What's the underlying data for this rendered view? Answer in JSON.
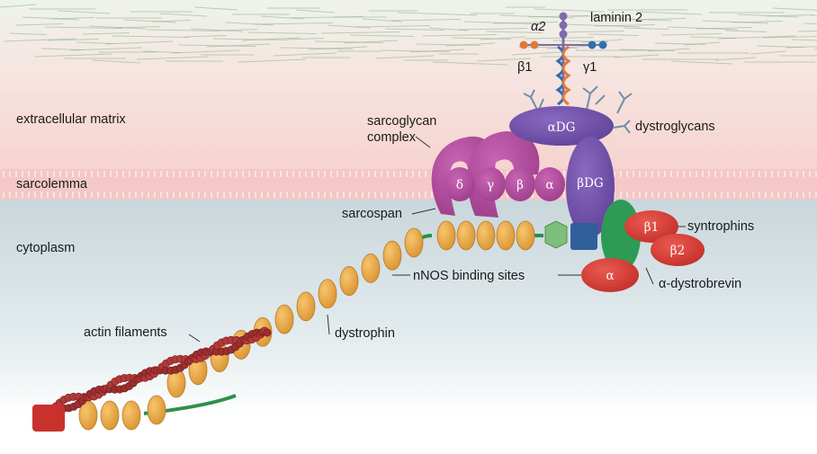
{
  "regions": {
    "ecm": "extracellular matrix",
    "membrane": "sarcolemma",
    "cytoplasm": "cytoplasm"
  },
  "proteins": {
    "laminin": {
      "name": "laminin 2",
      "alpha": "α2",
      "beta": "β1",
      "gamma": "γ1"
    },
    "dystroglycans": {
      "name": "dystroglycans",
      "alpha": "αDG",
      "beta": "βDG"
    },
    "sarcoglycan": {
      "name_line1": "sarcoglycan",
      "name_line2": "complex",
      "delta": "δ",
      "gamma": "γ",
      "beta": "β",
      "alpha": "α"
    },
    "sarcospan": "sarcospan",
    "syntrophins": {
      "name": "syntrophins",
      "b1": "β1",
      "b2": "β2"
    },
    "dystrobrevin": {
      "name": "α-dystrobrevin",
      "symbol": "α"
    },
    "nnos": "nNOS binding sites",
    "dystrophin": "dystrophin",
    "actin": "actin filaments"
  },
  "colors": {
    "ecm_fibers": "#8fb08c",
    "ecm_bg": "#f7d9d5",
    "membrane": "#f3c8c6",
    "cytoplasm": "#cfdadf",
    "dystrophin": "#e7a94c",
    "sarcoglycan": "#b0479d",
    "dystroglycan": "#6f4fa8",
    "syntrophin": "#d6362f",
    "dystrobrevin": "#2d9a55",
    "actin": "#b13a3a",
    "sarcospan_link": "#7dbf7a",
    "anchor_blue": "#2f5f9a"
  }
}
